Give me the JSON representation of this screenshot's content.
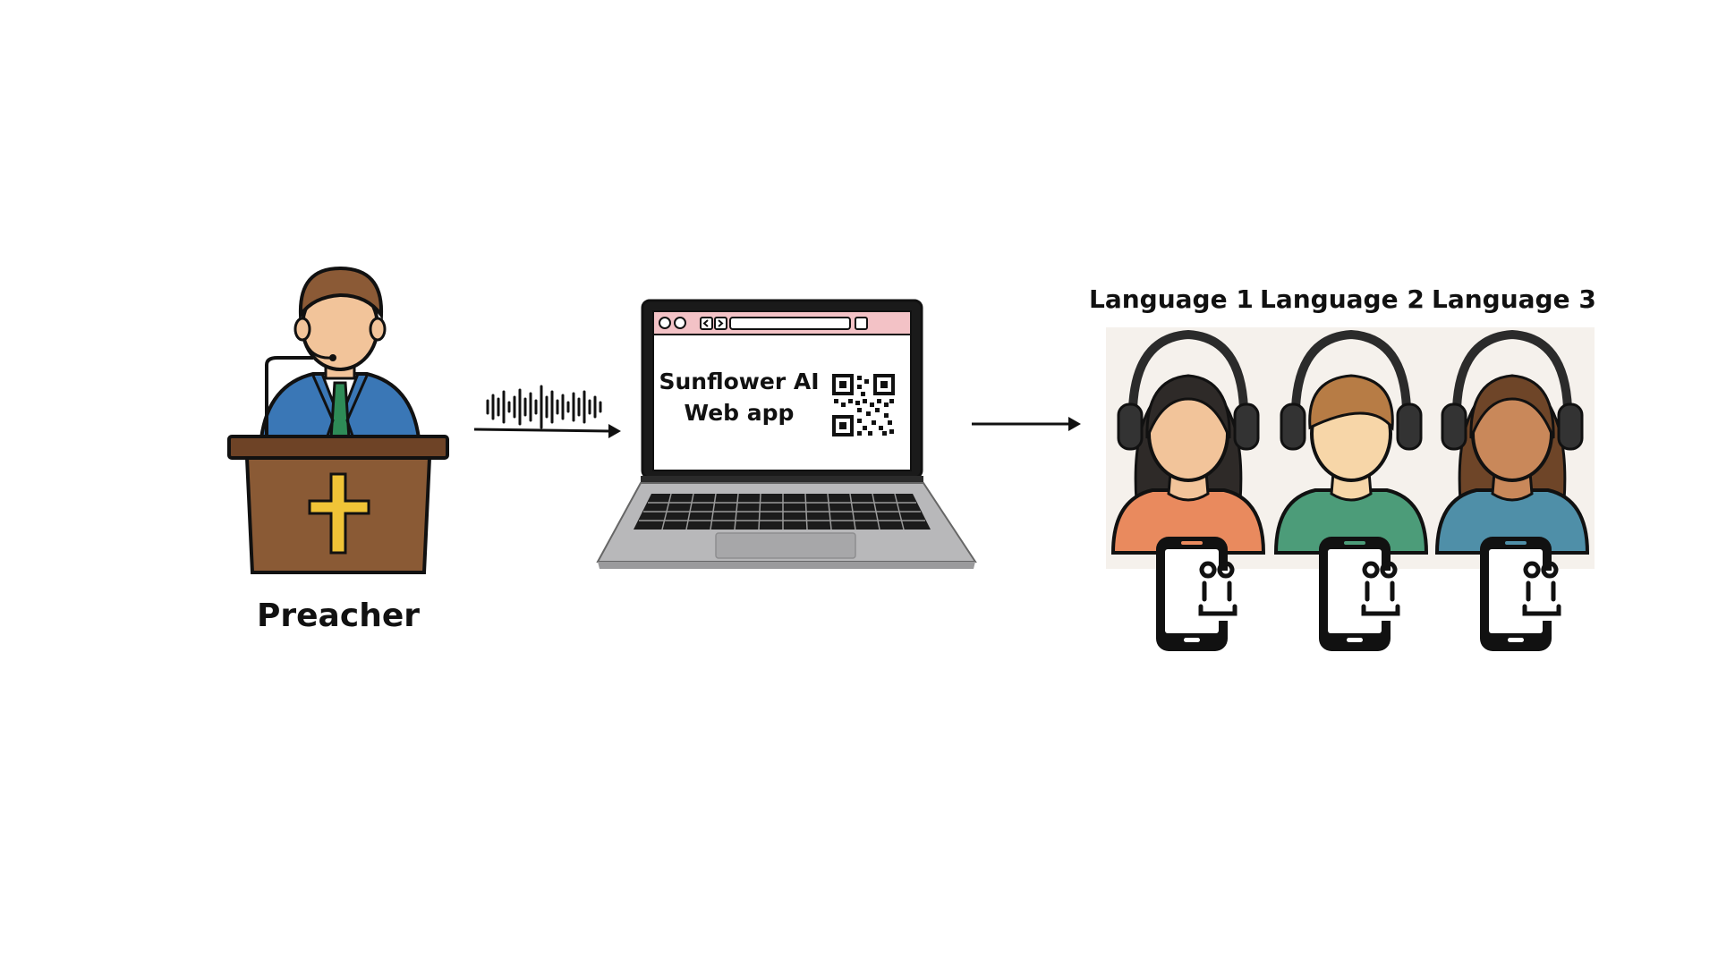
{
  "preacher": {
    "label": "Preacher",
    "icon": "preacher-at-pulpit-icon"
  },
  "laptop": {
    "app_name_line1": "Sunflower AI",
    "app_name_line2": "Web app",
    "icon": "laptop-icon"
  },
  "listeners": [
    {
      "label": "Language 1",
      "shirt_color": "#E98A5E",
      "hair_color": "#2E2A28",
      "skin_color": "#F2C49A"
    },
    {
      "label": "Language 2",
      "shirt_color": "#4C9C79",
      "hair_color": "#B77C45",
      "skin_color": "#F7D6A8"
    },
    {
      "label": "Language 3",
      "shirt_color": "#4F8FA8",
      "hair_color": "#6E4528",
      "skin_color": "#C9885A"
    }
  ],
  "colors": {
    "pulpit": "#8A5A35",
    "pulpit_top": "#6E4326",
    "cross": "#F0C437",
    "suit": "#3A77B6",
    "tie": "#2E8B57",
    "browser_bar": "#F3C2C6",
    "laptop_base": "#B8B8BA",
    "outline": "#111111"
  }
}
